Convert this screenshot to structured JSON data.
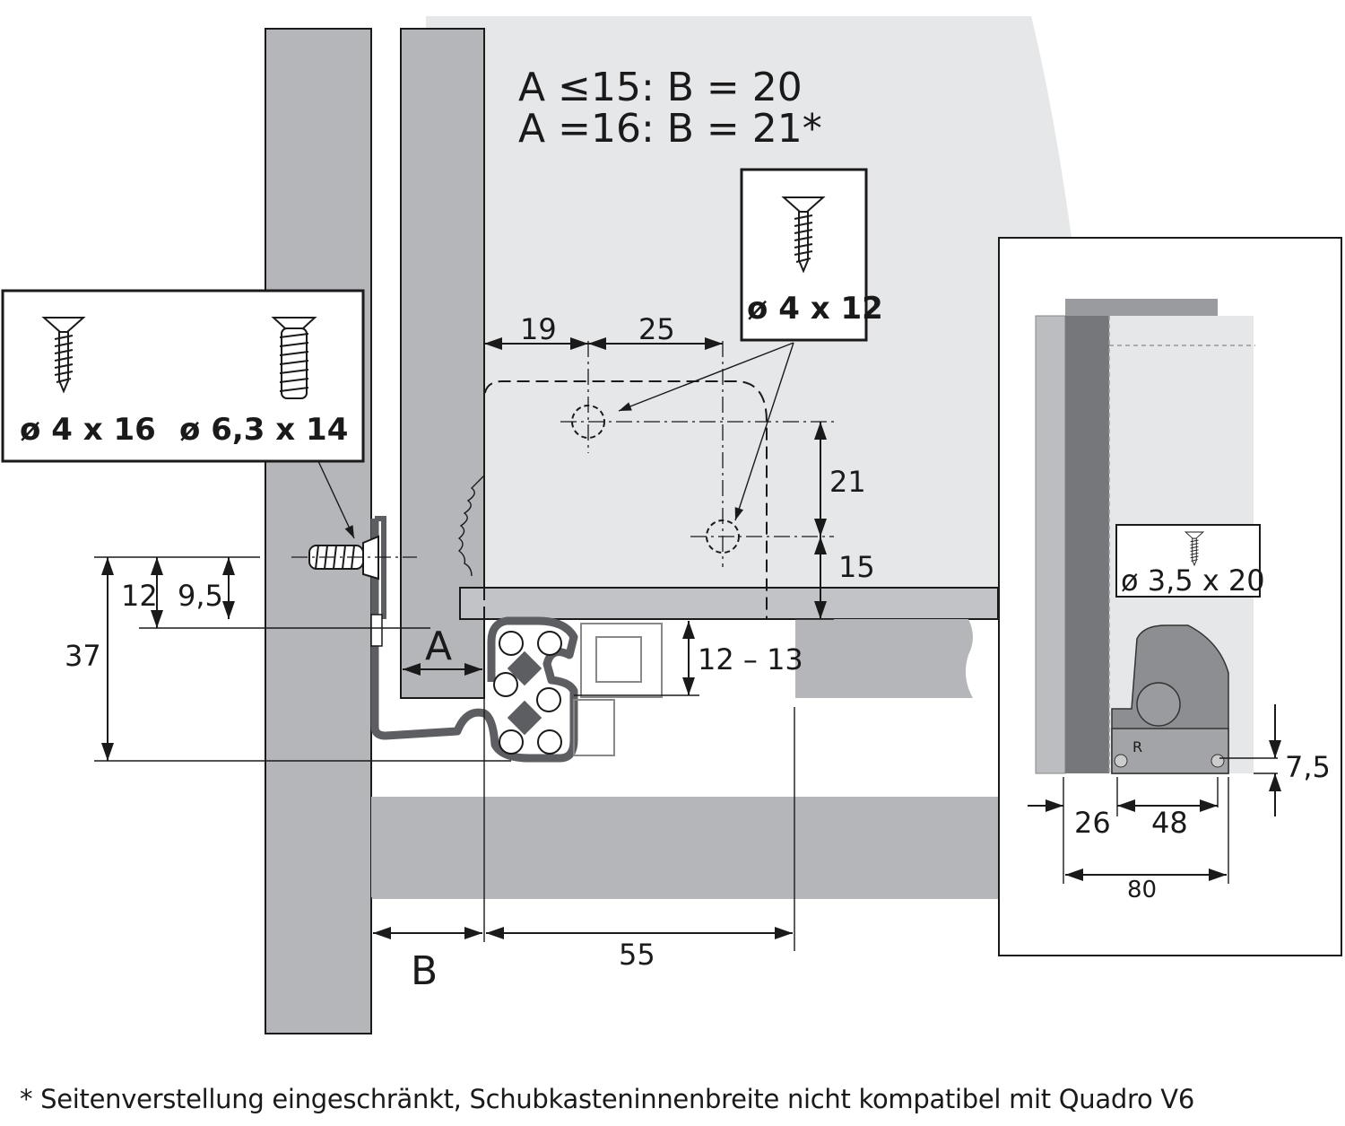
{
  "formula": {
    "line1": "A ≤15: B = 20",
    "line2": "A =16: B = 21*"
  },
  "screw_boxes": {
    "left": {
      "screw1": "ø 4 x 16",
      "screw2": "ø 6,3 x 14"
    },
    "top": {
      "screw": "ø 4 x 12"
    },
    "inset": {
      "screw": "ø 3,5 x 20"
    }
  },
  "dimensions": {
    "d19": "19",
    "d25": "25",
    "d21": "21",
    "d15": "15",
    "d12": "12",
    "d9_5": "9,5",
    "d37": "37",
    "dA": "A",
    "d12_13": "12 – 13",
    "dB": "B",
    "d55": "55"
  },
  "inset_dimensions": {
    "d26": "26",
    "d48": "48",
    "d80": "80",
    "d7_5": "7,5",
    "mark_R": "R"
  },
  "footnote": "* Seitenverstellung eingeschränkt, Schubkasteninnenbreite nicht kompatibel mit Quadro V6",
  "colors": {
    "panel": "#b5b6ba",
    "light": "#e6e7e9",
    "dark": "#6f7074",
    "rail": "#5d5e62"
  }
}
